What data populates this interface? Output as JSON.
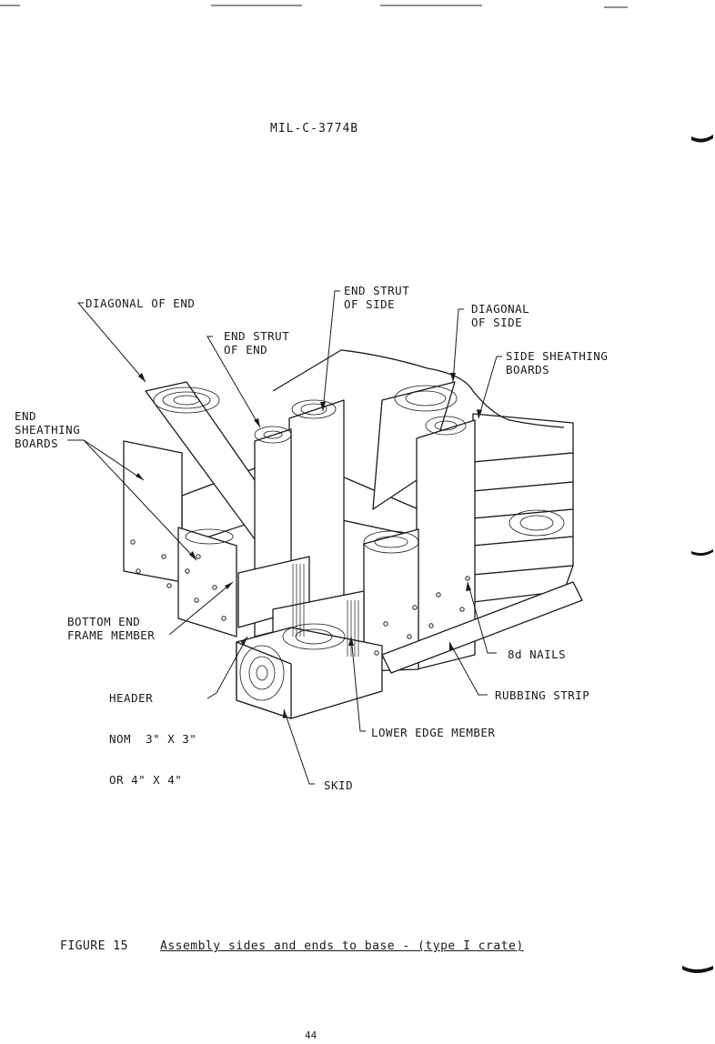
{
  "header": {
    "doc_number": "MIL-C-3774B"
  },
  "labels": {
    "diagonal_of_end": "DIAGONAL OF END",
    "end_strut_of_side": [
      "END STRUT",
      "OF SIDE"
    ],
    "diagonal_of_side": [
      "DIAGONAL",
      "OF SIDE"
    ],
    "end_strut_of_end": [
      "END STRUT",
      "OF END"
    ],
    "side_sheathing_boards": [
      "SIDE SHEATHING",
      "BOARDS"
    ],
    "end_sheathing_boards": [
      "END",
      "SHEATHING",
      "BOARDS"
    ],
    "bottom_end_frame_member": [
      "BOTTOM END",
      "FRAME MEMBER"
    ],
    "header_size": [
      "HEADER",
      "NOM  3\" X 3\"",
      "OR 4\" X 4\""
    ],
    "nails": "8d NAILS",
    "rubbing_strip": "RUBBING STRIP",
    "lower_edge_member": "LOWER EDGE MEMBER",
    "skid": "SKID"
  },
  "caption": {
    "figure": "FIGURE 15",
    "title": "Assembly sides and ends to base - (type I crate)"
  },
  "page_number": "44"
}
